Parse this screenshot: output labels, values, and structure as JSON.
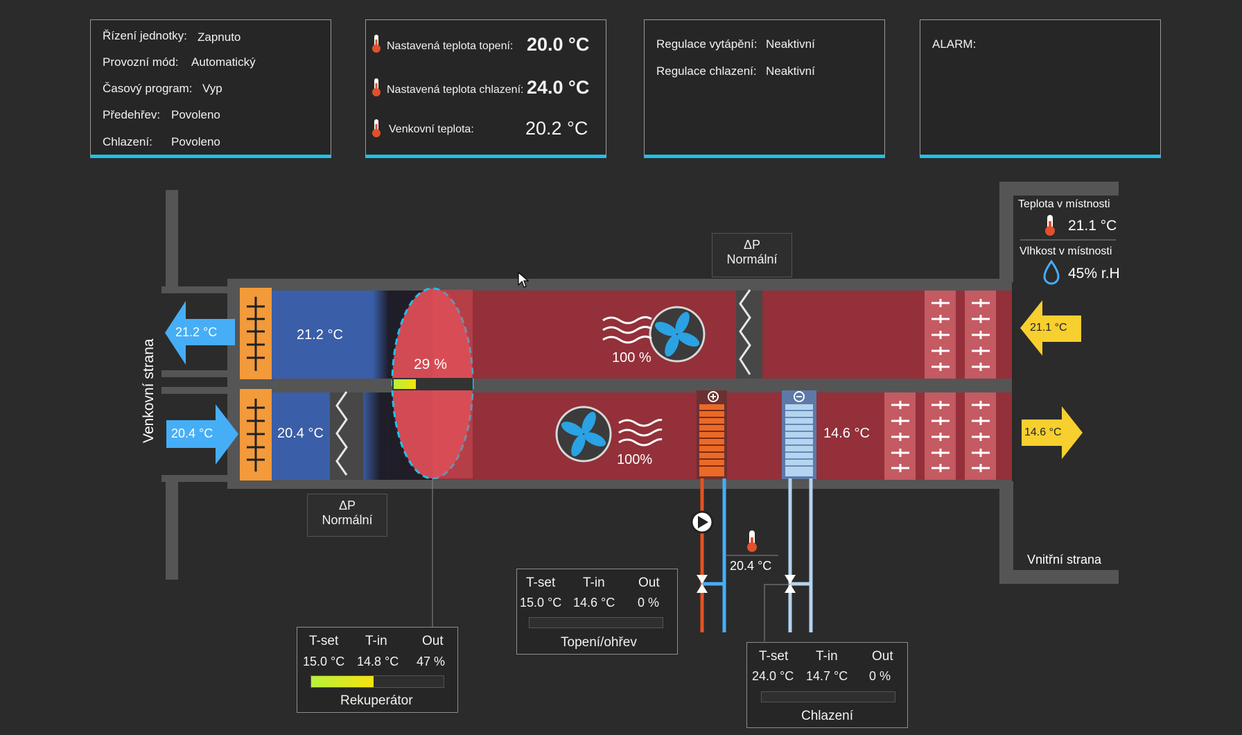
{
  "panels": {
    "unit": {
      "rows": [
        {
          "label": "Řízení jednotky:",
          "value": "Zapnuto"
        },
        {
          "label": "Provozní mód:",
          "value": "Automatický"
        },
        {
          "label": "Časový program:",
          "value": "Vyp"
        },
        {
          "label": "Předehřev:",
          "value": "Povoleno"
        },
        {
          "label": "Chlazení:",
          "value": "Povoleno"
        }
      ]
    },
    "temps": {
      "rows": [
        {
          "label": "Nastavená teplota topení:",
          "value": "20.0 °C"
        },
        {
          "label": "Nastavená teplota chlazení:",
          "value": "24.0 °C"
        },
        {
          "label": "Venkovní teplota:",
          "value": "20.2 °C"
        }
      ]
    },
    "regulation": {
      "rows": [
        {
          "label": "Regulace vytápění:",
          "value": "Neaktivní"
        },
        {
          "label": "Regulace chlazení:",
          "value": "Neaktivní"
        }
      ]
    },
    "alarm": {
      "label": "ALARM:"
    }
  },
  "room": {
    "temp_label": "Teplota v místnosti",
    "temp_value": "21.1 °C",
    "humidity_label": "Vlhkost v místnosti",
    "humidity_value": "45% r.H"
  },
  "sides": {
    "outdoor": "Venkovní strana",
    "indoor": "Vnitřní strana"
  },
  "arrows": {
    "exhaust_out": "21.2 °C",
    "fresh_in": "20.4 °C",
    "extract_in": "21.1 °C",
    "supply_out": "14.6 °C"
  },
  "duct": {
    "exhaust_temp": "21.2 °C",
    "fresh_temp": "20.4 °C",
    "supply_temp": "14.6 °C",
    "recuperator_pct": "29 %",
    "recuperator_level": 0.29,
    "fan_top_pct": "100 %",
    "fan_bottom_pct": "100%",
    "water_temp": "20.4 °C"
  },
  "dp": {
    "top": {
      "symbol": "ΔP",
      "status": "Normální"
    },
    "bottom": {
      "symbol": "ΔP",
      "status": "Normální"
    }
  },
  "controllers": {
    "headers": [
      "T-set",
      "T-in",
      "Out"
    ],
    "recuperator": {
      "title": "Rekuperátor",
      "tset": "15.0 °C",
      "tin": "14.8 °C",
      "out": "47 %",
      "level": 0.47
    },
    "heating": {
      "title": "Topení/ohřev",
      "tset": "15.0 °C",
      "tin": "14.6 °C",
      "out": "0 %",
      "level": 0
    },
    "cooling": {
      "title": "Chlazení",
      "tset": "24.0 °C",
      "tin": "14.7 °C",
      "out": "0 %",
      "level": 0
    }
  },
  "colors": {
    "accent": "#20c0ea",
    "duct_red": "#933039",
    "duct_blue": "#3a5ea8",
    "filter_orange": "#f39a3a",
    "arrow_blue": "#46aef7",
    "arrow_yellow": "#f7cf2f",
    "heater": "#ea6a27",
    "cooler": "#b4d4ef"
  }
}
